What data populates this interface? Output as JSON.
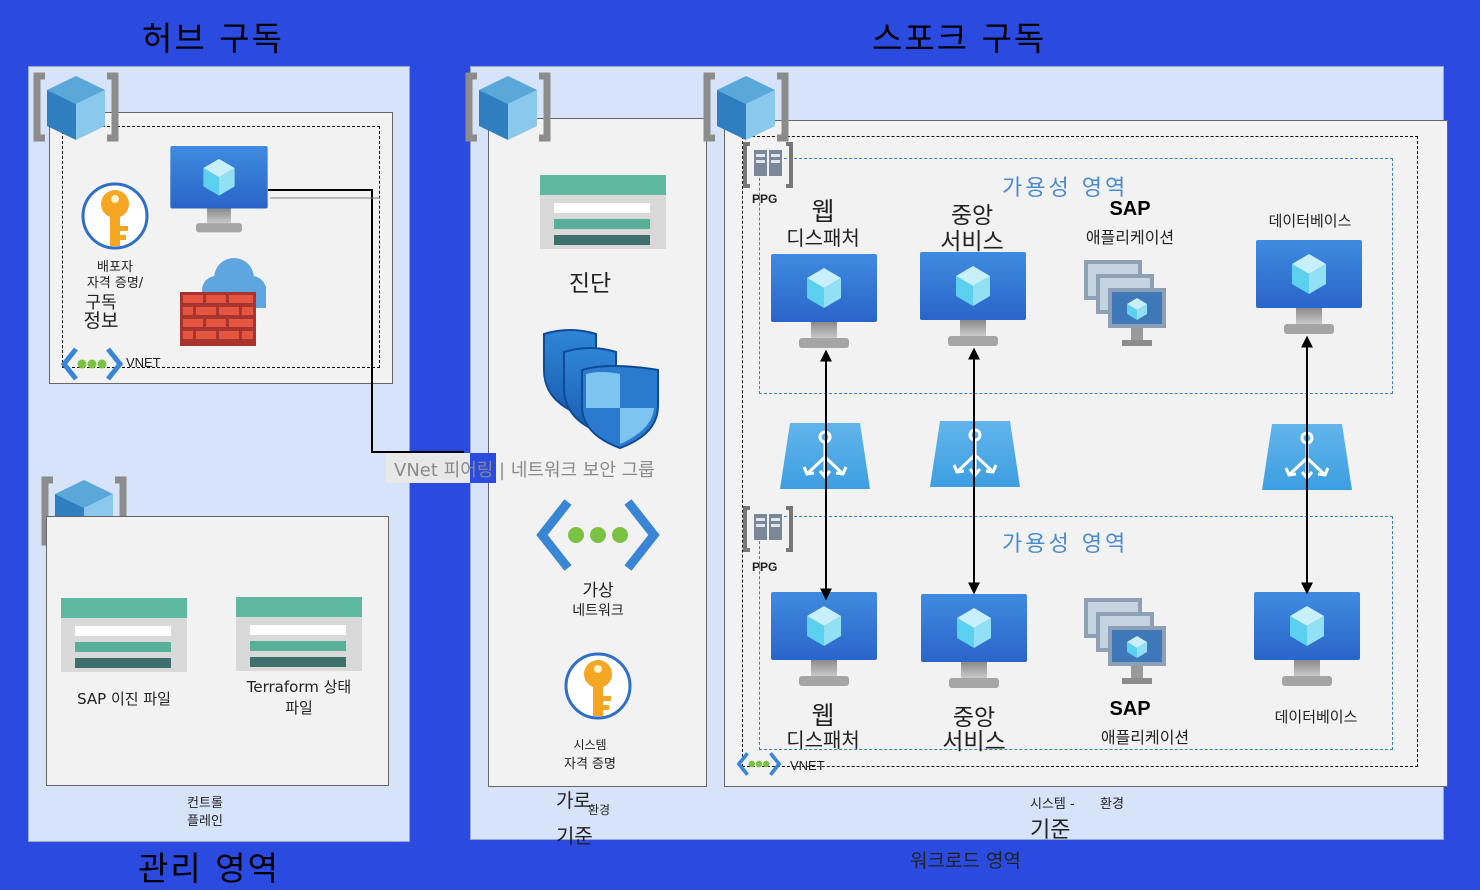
{
  "titles": {
    "hub": "허브 구독",
    "spoke": "스포크 구독",
    "management": "관리 영역",
    "workload": "워크로드 영역"
  },
  "hub": {
    "key_label_1": "배포자",
    "key_label_2": "자격 증명/",
    "key_label_3": "구독",
    "key_label_4": "정보",
    "vnet": "VNET"
  },
  "control": {
    "sap_files": "SAP 이진 파일",
    "tf_state_1": "Terraform 상태",
    "tf_state_2": "파일",
    "plane_1": "컨트롤",
    "plane_2": "플레인"
  },
  "peering": "VNet 피어링 | 네트워크 보안 그룹",
  "landing": {
    "diag": "진단",
    "vnet_1": "가상",
    "vnet_2": "네트워크",
    "cred_1": "시스템",
    "cred_2": "자격 증명",
    "foot_1": "가로",
    "foot_2": "환경",
    "foot_3": "기준"
  },
  "workload": {
    "ppg": "PPG",
    "az": "가용성 영역",
    "web_1": "웹",
    "web_2": "디스패처",
    "cs_1": "중앙",
    "cs_2": "서비스",
    "sap_1": "SAP",
    "sap_2": "애플리케이션",
    "db": "데이터베이스",
    "vnet": "VNET",
    "env_1": "시스템 -",
    "env_2": "환경",
    "env_3": "기준"
  },
  "colors": {
    "background": "#2b4ae0",
    "zone": "#d7e3f8",
    "panel": "#f2f2f2",
    "az_border": "#3b7fc4",
    "vm_blue": "#2e74d3"
  }
}
